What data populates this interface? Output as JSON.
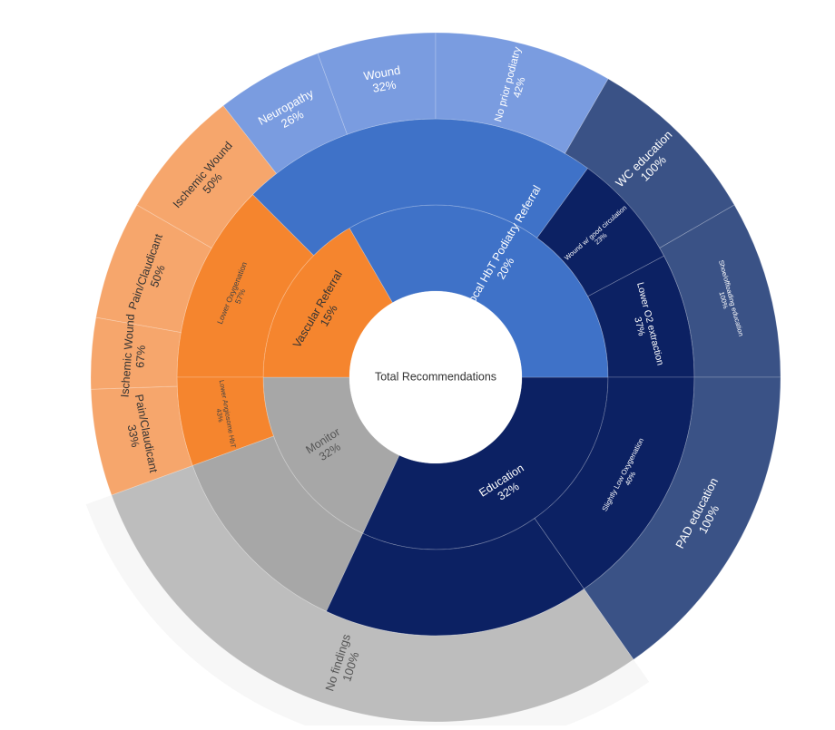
{
  "chart_data": {
    "type": "sunburst",
    "center_label": "Total Recommendations",
    "colors": {
      "education": "#0c2163",
      "education_outer": "#3a5286",
      "podiatry": "#3f72c8",
      "podiatry_outer": "#7a9ce0",
      "vascular": "#f5852e",
      "vascular_outer": "#f6a66c",
      "monitor": "#a7a7a7",
      "monitor_outer": "#bdbdbd",
      "ghost": "#f7f7f7"
    },
    "rings": [
      {
        "name": "level1",
        "segments": [
          {
            "id": "education",
            "label": "Education",
            "percent": "32%",
            "start": 90,
            "end": 205,
            "color_key": "education",
            "label_color": "#ffffff",
            "font_size": 12.5,
            "radial": false
          },
          {
            "id": "monitor",
            "label": "Monitor",
            "percent": "32%",
            "start": 205,
            "end": 270,
            "color_key": "monitor",
            "label_color": "#555555",
            "font_size": 12.5,
            "radial": true
          },
          {
            "id": "vascular-referral",
            "label": "Vascular Referral",
            "percent": "15%",
            "start": 270,
            "end": 330,
            "color_key": "vascular",
            "label_color": "#333333",
            "font_size": 12.5,
            "radial": false
          },
          {
            "id": "podiatry-referral",
            "label": "Lower Focal HbT Podiatry Referral",
            "percent": "20%",
            "start": 330,
            "end": 450,
            "color_key": "podiatry",
            "label_color": "#ffffff",
            "font_size": 12.5,
            "radial": true
          }
        ]
      },
      {
        "name": "level2",
        "segments": [
          {
            "id": "wound-good-circulation",
            "label": "Wound w/ good circulation",
            "percent": "23%",
            "start": 36,
            "end": 62,
            "color_key": "education",
            "label_color": "#ffffff",
            "font_size": 7.5,
            "radial": true
          },
          {
            "id": "lower-o2-extraction",
            "label": "Lower O2 extraction",
            "percent": "37%",
            "start": 62,
            "end": 90,
            "color_key": "education",
            "label_color": "#ffffff",
            "font_size": 10.5,
            "radial": false
          },
          {
            "id": "slightly-low-oxygenation",
            "label": "Slightly Low Oxygenation",
            "percent": "40%",
            "start": 90,
            "end": 145,
            "color_key": "education",
            "label_color": "#ffffff",
            "font_size": 8,
            "radial": false
          },
          {
            "id": "lower-oxygenation",
            "label": "Lower Oxygenation",
            "percent": "57%",
            "start": 270,
            "end": 315,
            "color_key": "vascular",
            "label_color": "#444444",
            "font_size": 8.5,
            "radial": false
          },
          {
            "id": "lower-angiosome-hbt",
            "label": "Lower Angiosome HbT",
            "percent": "43%",
            "start": 250,
            "end": 270,
            "color_key": "vascular",
            "label_color": "#444444",
            "font_size": 7.5,
            "radial": false
          },
          {
            "id": "monitor-inner",
            "label": "",
            "percent": "",
            "start": 205,
            "end": 250,
            "color_key": "monitor",
            "label_color": "#555555",
            "font_size": 10,
            "radial": false
          },
          {
            "id": "podiatry-inner",
            "label": "",
            "percent": "",
            "start": 315,
            "end": 396,
            "color_key": "podiatry",
            "label_color": "#ffffff",
            "font_size": 10,
            "radial": false
          },
          {
            "id": "education-inner",
            "label": "",
            "percent": "",
            "start": 145,
            "end": 205,
            "color_key": "education",
            "label_color": "#ffffff",
            "font_size": 10,
            "radial": false
          }
        ]
      },
      {
        "name": "level3",
        "segments": [
          {
            "id": "wc-education",
            "label": "WC education",
            "percent": "100%",
            "start": 30,
            "end": 60,
            "color_key": "education_outer",
            "label_color": "#ffffff",
            "font_size": 13,
            "radial": true
          },
          {
            "id": "shoe-offloading",
            "label": "Shoe/offloading education",
            "percent": "100%",
            "start": 60,
            "end": 90,
            "color_key": "education_outer",
            "label_color": "#ffffff",
            "font_size": 7.5,
            "radial": false
          },
          {
            "id": "pad-education",
            "label": "PAD education",
            "percent": "100%",
            "start": 90,
            "end": 145,
            "color_key": "education_outer",
            "label_color": "#ffffff",
            "font_size": 13,
            "radial": false
          },
          {
            "id": "no-findings",
            "label": "No findings",
            "percent": "100%",
            "start": 145,
            "end": 250,
            "color_key": "monitor_outer",
            "label_color": "#555555",
            "font_size": 13,
            "radial": true
          },
          {
            "id": "pain-claudicant-a",
            "label": "Pain/Claudicant",
            "percent": "33%",
            "start": 250,
            "end": 268,
            "color_key": "vascular_outer",
            "label_color": "#333333",
            "font_size": 12.5,
            "radial": false
          },
          {
            "id": "ischemic-wound-a",
            "label": "Ischemic Wound",
            "percent": "67%",
            "start": 268,
            "end": 280,
            "color_key": "vascular_outer",
            "label_color": "#333333",
            "font_size": 12.5,
            "radial": false
          },
          {
            "id": "pain-claudicant-b",
            "label": "Pain/Claudicant",
            "percent": "50%",
            "start": 280,
            "end": 300,
            "color_key": "vascular_outer",
            "label_color": "#333333",
            "font_size": 12.5,
            "radial": false
          },
          {
            "id": "ischemic-wound-b",
            "label": "Ischemic Wound",
            "percent": "50%",
            "start": 300,
            "end": 322,
            "color_key": "vascular_outer",
            "label_color": "#333333",
            "font_size": 12.5,
            "radial": false
          },
          {
            "id": "neuropathy",
            "label": "Neuropathy",
            "percent": "26%",
            "start": 322,
            "end": 340,
            "color_key": "podiatry_outer",
            "label_color": "#ffffff",
            "font_size": 13,
            "radial": false
          },
          {
            "id": "wound",
            "label": "Wound",
            "percent": "32%",
            "start": 340,
            "end": 360,
            "color_key": "podiatry_outer",
            "label_color": "#ffffff",
            "font_size": 13,
            "radial": false
          },
          {
            "id": "no-prior-podiatry",
            "label": "No prior podiatry",
            "percent": "42%",
            "start": 360,
            "end": 390,
            "color_key": "podiatry_outer",
            "label_color": "#ffffff",
            "font_size": 11.5,
            "radial": true
          }
        ]
      }
    ]
  }
}
